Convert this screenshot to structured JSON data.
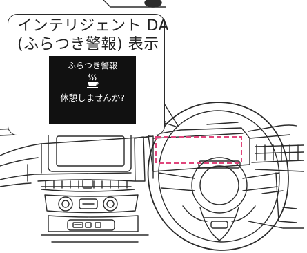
{
  "callout": {
    "title_line1": "インテリジェント DA",
    "title_line2": "(ふらつき警報) 表示"
  },
  "display": {
    "heading": "ふらつき警報",
    "icon": "coffee-cup-icon",
    "message": "休憩しませんか?"
  },
  "colors": {
    "line": "#2b2b2b",
    "highlight": "#e0457b",
    "screen": "#111111"
  }
}
